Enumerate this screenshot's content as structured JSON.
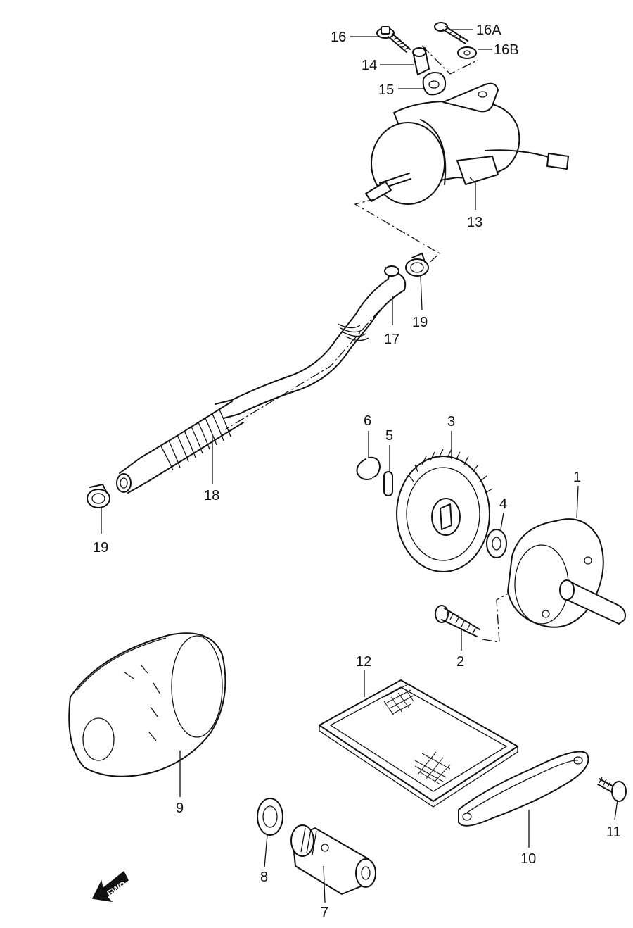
{
  "labels": {
    "p1": "1",
    "p2": "2",
    "p3": "3",
    "p4": "4",
    "p5": "5",
    "p6": "6",
    "p7": "7",
    "p8": "8",
    "p9": "9",
    "p10": "10",
    "p11": "11",
    "p12": "12",
    "p13": "13",
    "p14": "14",
    "p15": "15",
    "p16": "16",
    "p16a": "16A",
    "p16b": "16B",
    "p17": "17",
    "p18": "18",
    "p19a": "19",
    "p19b": "19"
  },
  "fwd_arrow": {
    "label": "FWD",
    "icon": "fwd-arrow-icon"
  }
}
